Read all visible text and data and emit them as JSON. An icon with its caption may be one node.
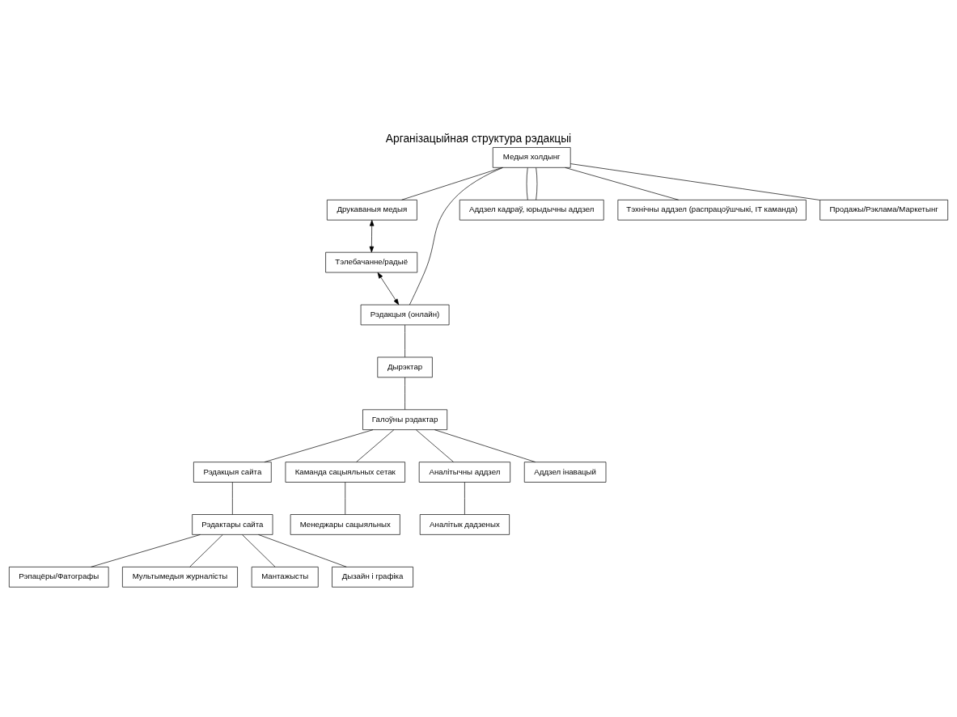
{
  "diagram": {
    "title": "Арганізацыйная структура рэдакцыі",
    "nodes": [
      {
        "text": [
          "Медыя холдынг"
        ]
      },
      {
        "text": [
          "Друкаваныя медыя"
        ]
      },
      {
        "text": [
          "Тэлебачанне/радыё"
        ]
      },
      {
        "text": [
          "Рэдакцыя (онлайн)"
        ]
      },
      {
        "text": [
          "Аддзел кадраў, юрыдычны аддзел"
        ]
      },
      {
        "text": [
          "Тэхнічны аддзел (распрацоўшчыкі, IT каманда)"
        ]
      },
      {
        "text": [
          "Продажы/Рэклама/Маркетынг"
        ]
      },
      {
        "text": [
          "Дырэктар"
        ]
      },
      {
        "text": [
          "Галоўны рэдактар"
        ]
      },
      {
        "text": [
          "Рэдакцыя сайта"
        ]
      },
      {
        "text": [
          "Каманда сацыяльных сетак"
        ]
      },
      {
        "text": [
          "Аналітычны аддзел"
        ]
      },
      {
        "text": [
          "Рэдактары сайта"
        ]
      },
      {
        "text": [
          "Аддзел інавацый"
        ]
      },
      {
        "text": [
          "Менеджары сацыяльных"
        ]
      },
      {
        "text": [
          "Аналітык дадзеных"
        ]
      },
      {
        "text": [
          "Рэпацёры/Фатографы"
        ]
      },
      {
        "text": [
          "Мультымедыя журналісты"
        ]
      },
      {
        "text": [
          "Мантажысты"
        ]
      },
      {
        "text": [
          "Дызайн і графіка"
        ]
      }
    ],
    "edges": [
      {
        "from": 0,
        "to": 1,
        "arrow": "none"
      },
      {
        "from": 0,
        "to": 4,
        "arrow": "none"
      },
      {
        "from": 0,
        "to": 4,
        "arrow": "none"
      },
      {
        "from": 0,
        "to": 5,
        "arrow": "none"
      },
      {
        "from": 0,
        "to": 6,
        "arrow": "none"
      },
      {
        "from": 0,
        "to": 3,
        "arrow": "none"
      },
      {
        "from": 1,
        "to": 2,
        "arrow": "both"
      },
      {
        "from": 2,
        "to": 3,
        "arrow": "both"
      },
      {
        "from": 3,
        "to": 7,
        "arrow": "none"
      },
      {
        "from": 7,
        "to": 8,
        "arrow": "none"
      },
      {
        "from": 8,
        "to": 9,
        "arrow": "none"
      },
      {
        "from": 8,
        "to": 13,
        "arrow": "none"
      },
      {
        "from": 8,
        "to": 10,
        "arrow": "none"
      },
      {
        "from": 8,
        "to": 11,
        "arrow": "none"
      },
      {
        "from": 9,
        "to": 12,
        "arrow": "none"
      },
      {
        "from": 10,
        "to": 14,
        "arrow": "none"
      },
      {
        "from": 11,
        "to": 15,
        "arrow": "none"
      },
      {
        "from": 12,
        "to": 16,
        "arrow": "none"
      },
      {
        "from": 12,
        "to": 17,
        "arrow": "none"
      },
      {
        "from": 12,
        "to": 18,
        "arrow": "none"
      },
      {
        "from": 12,
        "to": 19,
        "arrow": "none"
      }
    ]
  }
}
